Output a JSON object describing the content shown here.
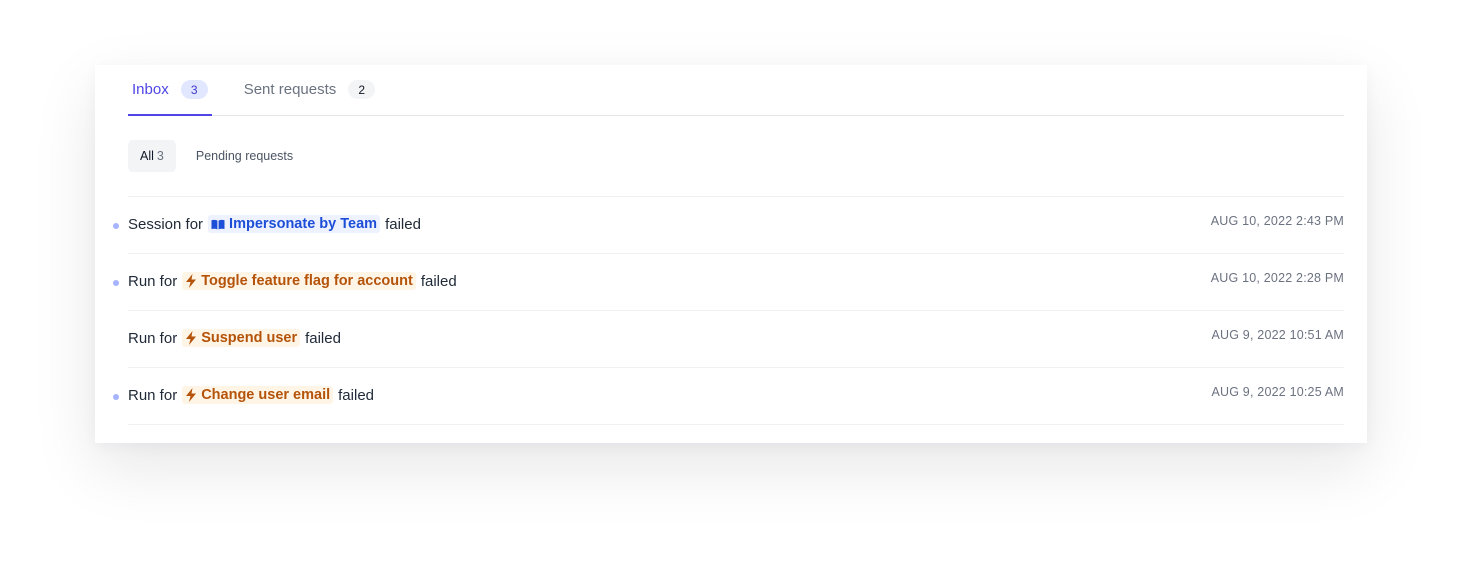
{
  "tabs": [
    {
      "label": "Inbox",
      "count": "3"
    },
    {
      "label": "Sent requests",
      "count": "2"
    }
  ],
  "filters": [
    {
      "label": "All",
      "count": "3"
    },
    {
      "label": "Pending requests"
    }
  ],
  "rows": [
    {
      "prefix": "Session for",
      "target": "Impersonate by Team",
      "suffix": "failed",
      "time": "AUG 10, 2022 2:43 PM",
      "icon": "book-icon",
      "unread": true
    },
    {
      "prefix": "Run for",
      "target": "Toggle feature flag for account",
      "suffix": "failed",
      "time": "AUG 10, 2022 2:28 PM",
      "icon": "bolt-icon",
      "unread": true
    },
    {
      "prefix": "Run for",
      "target": "Suspend user",
      "suffix": "failed",
      "time": "AUG 9, 2022 10:51 AM",
      "icon": "bolt-icon",
      "unread": false
    },
    {
      "prefix": "Run for",
      "target": "Change user email",
      "suffix": "failed",
      "time": "AUG 9, 2022 10:25 AM",
      "icon": "bolt-icon",
      "unread": true
    }
  ],
  "colors": {
    "accent": "#4f46e5",
    "session_chip_text": "#1d4ed8",
    "run_chip_text": "#b45309",
    "unread_dot": "#a5b4fc"
  }
}
